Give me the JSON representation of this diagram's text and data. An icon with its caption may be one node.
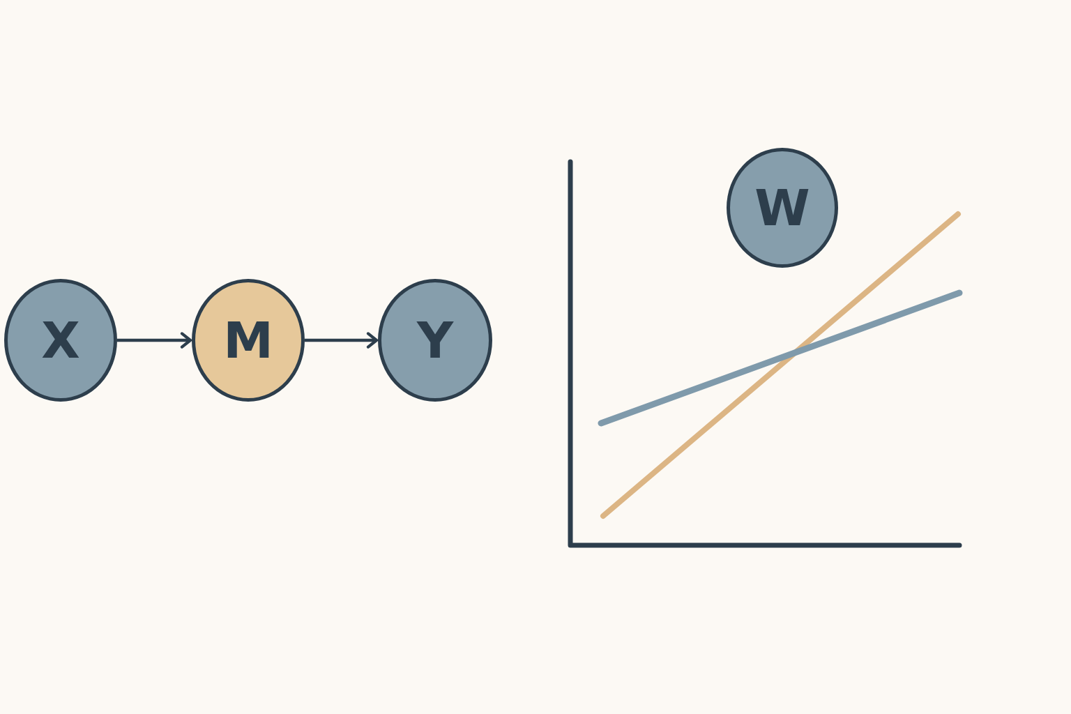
{
  "diagram": {
    "nodes": [
      {
        "text": [
          "X"
        ]
      },
      {
        "text": [
          "M"
        ]
      },
      {
        "text": [
          "Y"
        ]
      },
      {
        "text": [
          "W"
        ]
      }
    ],
    "edges": [
      {
        "from": 0,
        "to": 1,
        "arrow": "to"
      },
      {
        "from": 1,
        "to": 2,
        "arrow": "to"
      }
    ]
  }
}
